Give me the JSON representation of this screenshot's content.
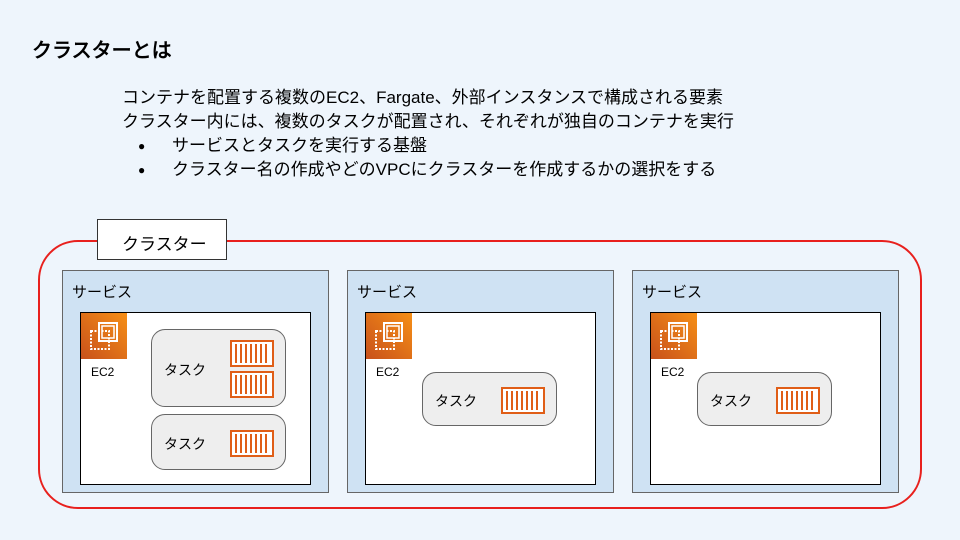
{
  "title": "クラスターとは",
  "description": {
    "lines": [
      "コンテナを配置する複数のEC2、Fargate、外部インスタンスで構成される要素",
      "クラスター内には、複数のタスクが配置され、それぞれが独自のコンテナを実行"
    ],
    "bullets": [
      "サービスとタスクを実行する基盤",
      "クラスター名の作成やどのVPCにクラスターを作成するかの選択をする"
    ],
    "bullet_char": "●"
  },
  "cluster": {
    "label": "クラスター",
    "border_color": "#e8201d"
  },
  "services": [
    {
      "label": "サービス",
      "ec2_label": "EC2",
      "tasks": [
        {
          "label": "タスク",
          "containers": 2
        },
        {
          "label": "タスク",
          "containers": 1
        }
      ]
    },
    {
      "label": "サービス",
      "ec2_label": "EC2",
      "tasks": [
        {
          "label": "タスク",
          "containers": 1
        }
      ]
    },
    {
      "label": "サービス",
      "ec2_label": "EC2",
      "tasks": [
        {
          "label": "タスク",
          "containers": 1
        }
      ]
    }
  ],
  "icons": {
    "ec2": "ec2-instance-icon",
    "container": "container-icon"
  }
}
